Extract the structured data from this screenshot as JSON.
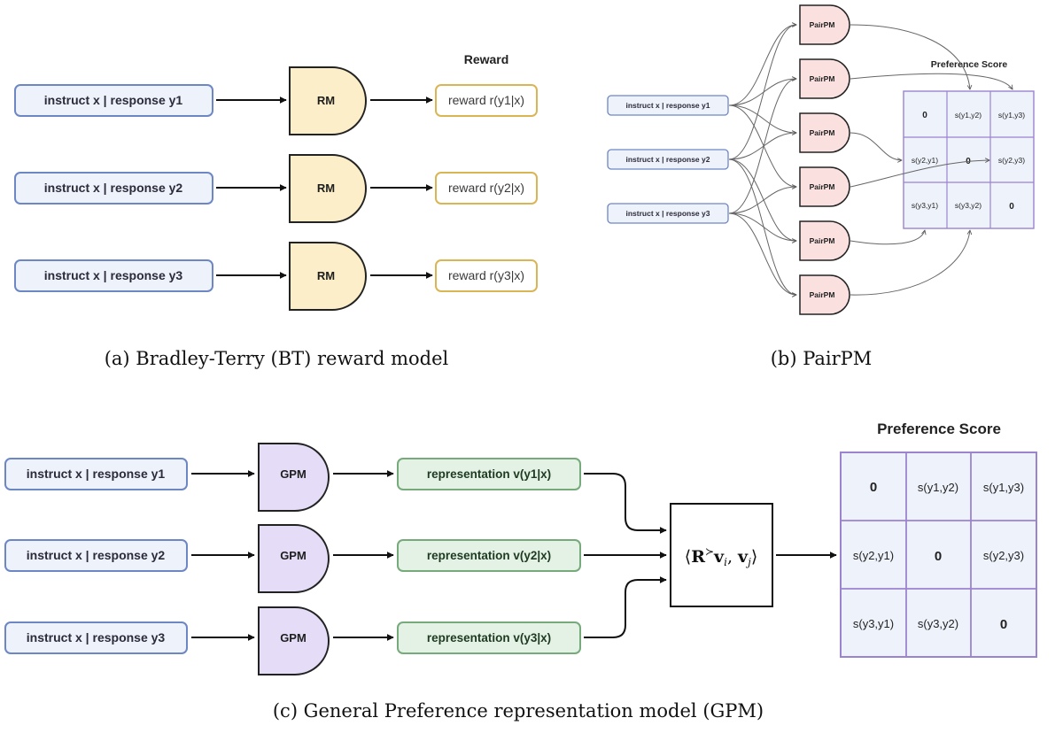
{
  "panel_a": {
    "reward_header": "Reward",
    "model_label": "RM",
    "inputs": [
      "instruct x | response y1",
      "instruct x | response y2",
      "instruct x | response y3"
    ],
    "rewards": [
      "reward r(y1|x)",
      "reward r(y2|x)",
      "reward r(y3|x)"
    ],
    "caption": "(a) Bradley-Terry (BT) reward model"
  },
  "panel_b": {
    "model_label": "PairPM",
    "inputs": [
      "instruct x | response y1",
      "instruct x | response y2",
      "instruct x | response y3"
    ],
    "score_header": "Preference Score",
    "matrix": [
      [
        "0",
        "s(y1,y2)",
        "s(y1,y3)"
      ],
      [
        "s(y2,y1)",
        "0",
        "s(y2,y3)"
      ],
      [
        "s(y3,y1)",
        "s(y3,y2)",
        "0"
      ]
    ],
    "caption": "(b) PairPM"
  },
  "panel_c": {
    "model_label": "GPM",
    "inputs": [
      "instruct x | response y1",
      "instruct x | response y2",
      "instruct x | response y3"
    ],
    "representations": [
      "representation v(y1|x)",
      "representation v(y2|x)",
      "representation v(y3|x)"
    ],
    "formula": {
      "open": "⟨",
      "R": "R",
      "sup": "≻",
      "v": "v",
      "i": "i",
      "comma": ", ",
      "j": "j",
      "close": "⟩"
    },
    "score_header": "Preference Score",
    "matrix": [
      [
        "0",
        "s(y1,y2)",
        "s(y1,y3)"
      ],
      [
        "s(y2,y1)",
        "0",
        "s(y2,y3)"
      ],
      [
        "s(y3,y1)",
        "s(y3,y2)",
        "0"
      ]
    ],
    "caption": "(c) General Preference representation model (GPM)"
  },
  "colors": {
    "input_fill": "#eef2fb",
    "input_stroke": "#6d86c4",
    "rm_fill": "#fbeec8",
    "reward_stroke": "#d9b554",
    "pairpm_fill": "#fbe0e0",
    "gpm_fill": "#e5ddf7",
    "repr_fill": "#e3f2e4",
    "repr_stroke": "#76aa7b",
    "matrix_fill": "#eef2fb",
    "matrix_stroke": "#9b83d0"
  }
}
